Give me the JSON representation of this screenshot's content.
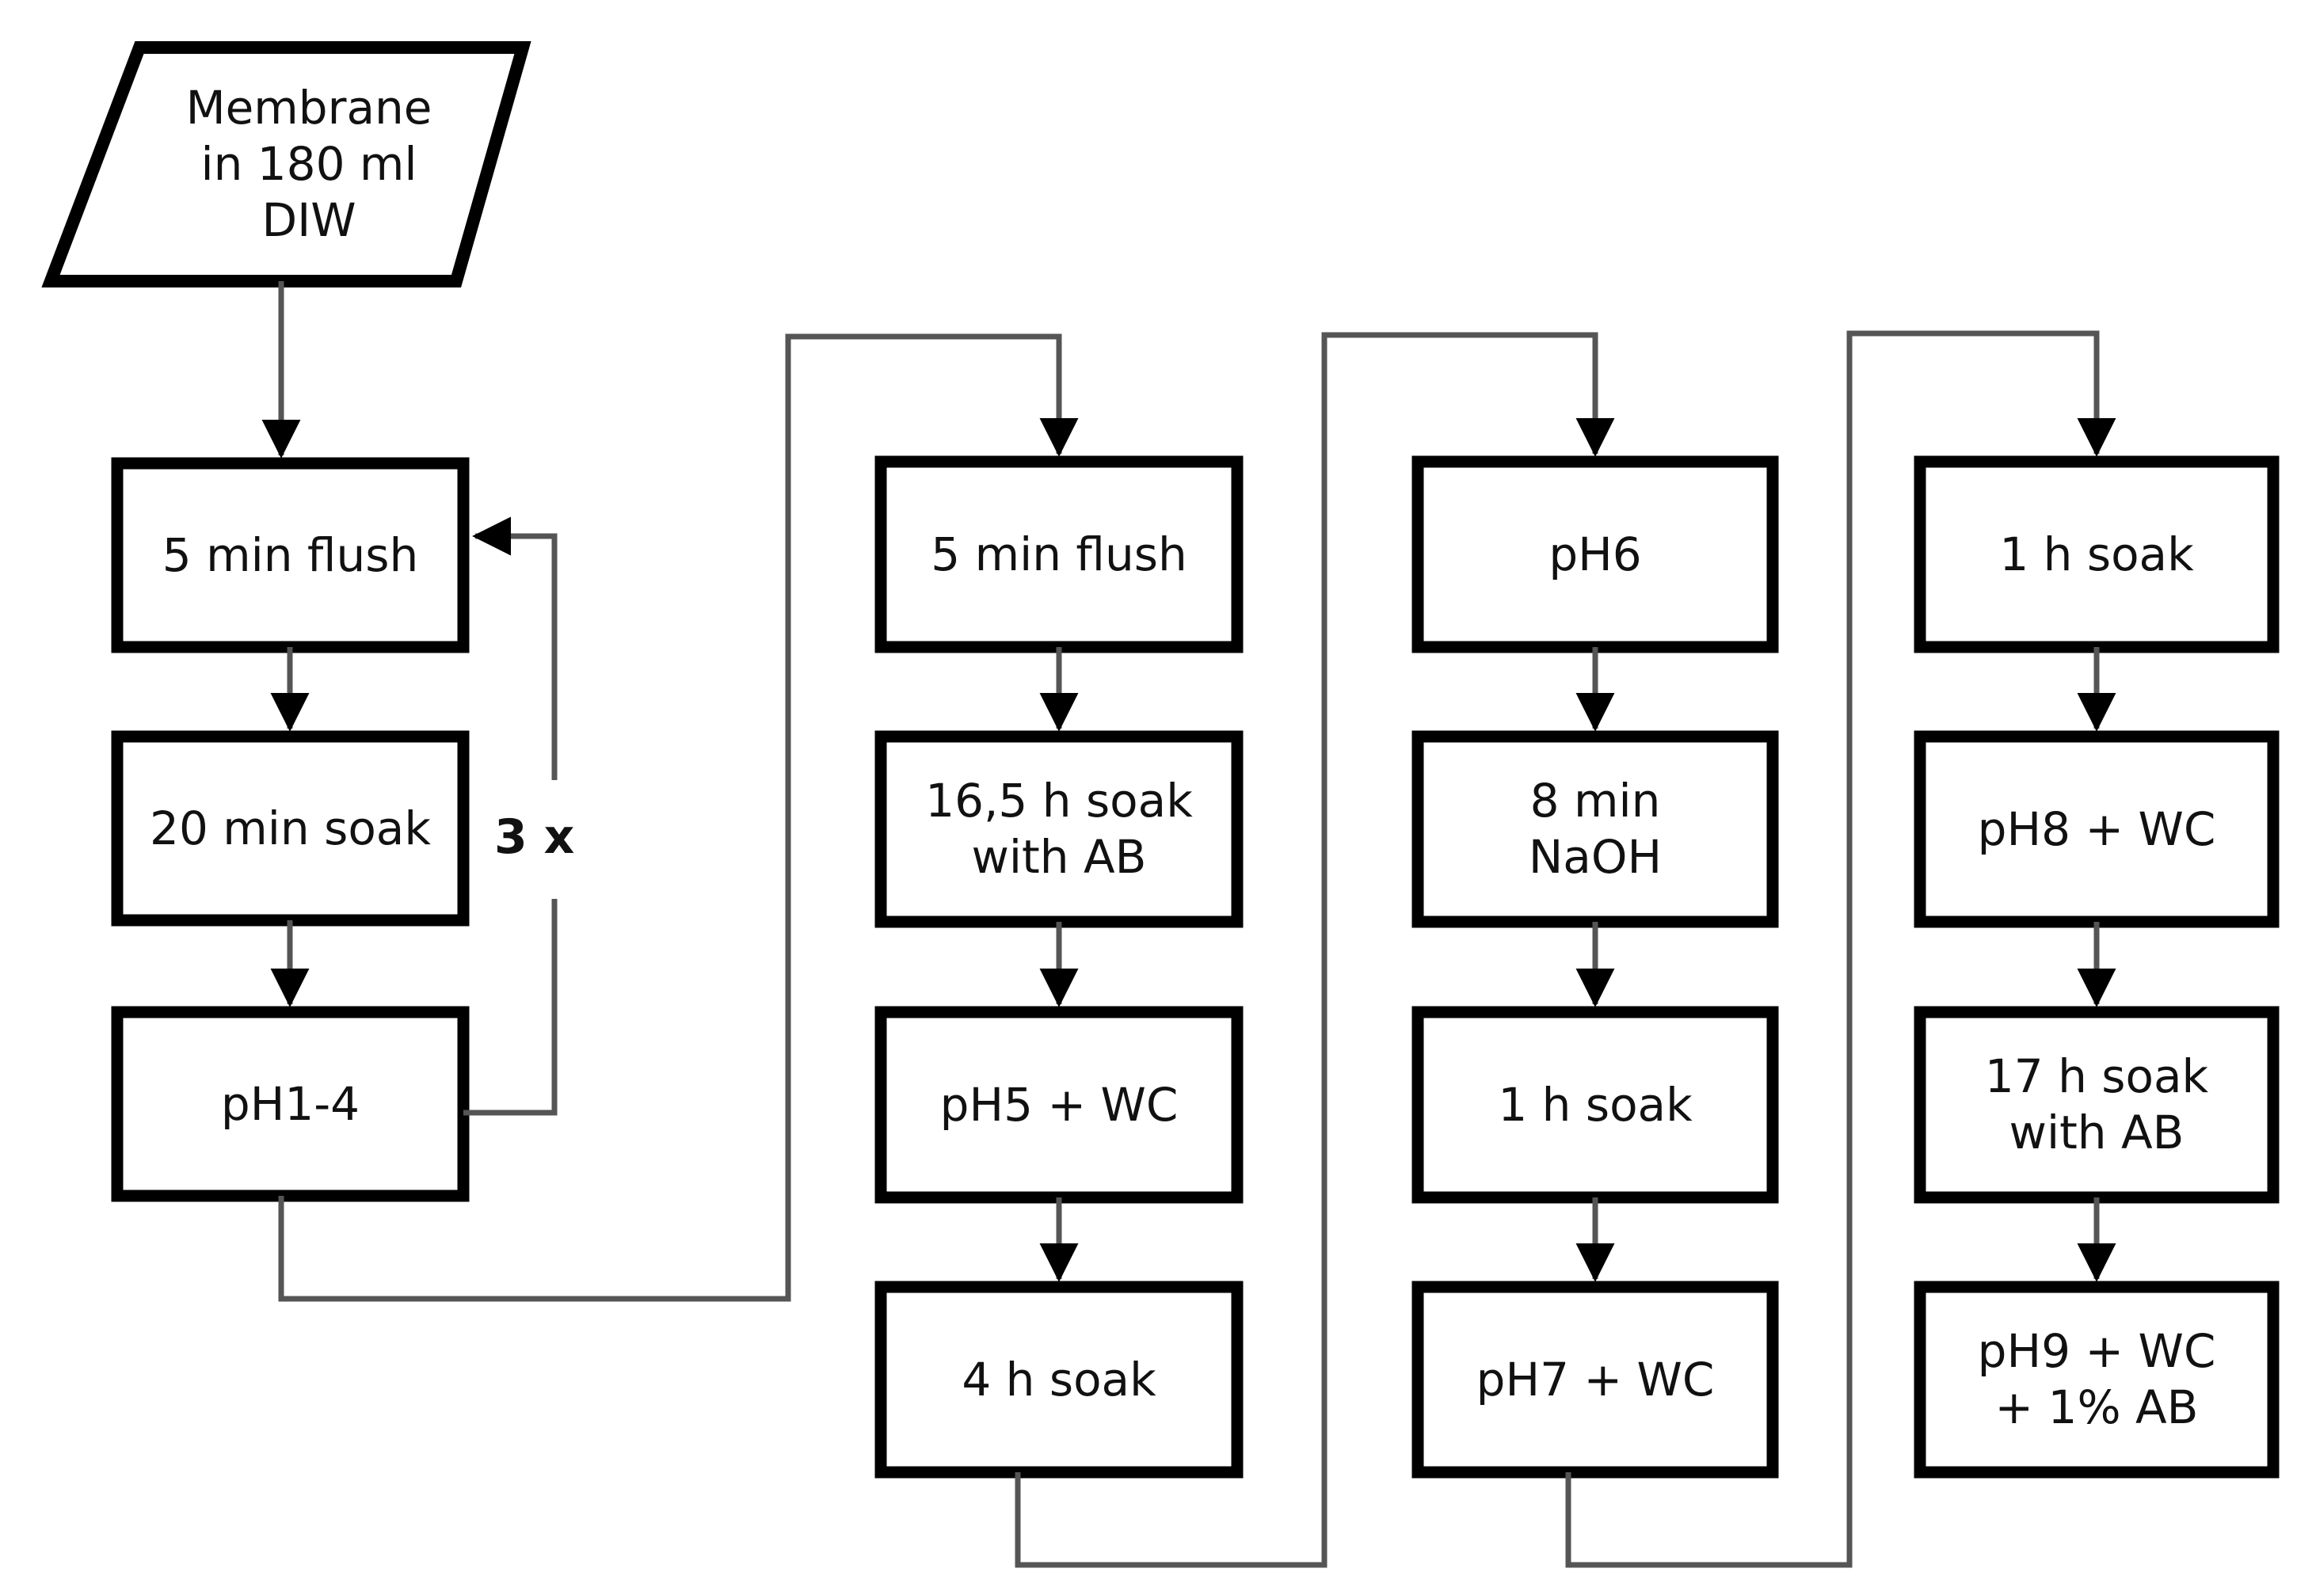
{
  "diagram": {
    "title": "Membrane cleaning / pH exposure protocol flowchart",
    "colors": {
      "node_stroke": "#000000",
      "node_fill": "#ffffff",
      "connector": "#555555",
      "arrowhead": "#000000",
      "text": "#111111",
      "background": "#ffffff"
    },
    "start_node": {
      "shape": "parallelogram",
      "label": "Membrane\nin 180 ml\nDIW"
    },
    "loop_annotations": [
      {
        "label": "3 x",
        "applies_to": "column-1"
      }
    ],
    "columns": [
      {
        "name": "column-1",
        "nodes": [
          {
            "label": "5 min flush"
          },
          {
            "label": "20 min soak"
          },
          {
            "label": "pH1-4"
          }
        ]
      },
      {
        "name": "column-2",
        "nodes": [
          {
            "label": "5 min flush"
          },
          {
            "label": "16,5 h soak\nwith AB"
          },
          {
            "label": "pH5 + WC"
          },
          {
            "label": "4 h soak"
          }
        ]
      },
      {
        "name": "column-3",
        "nodes": [
          {
            "label": "pH6"
          },
          {
            "label": "8 min\nNaOH"
          },
          {
            "label": "1 h soak"
          },
          {
            "label": "pH7 + WC"
          }
        ]
      },
      {
        "name": "column-4",
        "nodes": [
          {
            "label": "1 h soak"
          },
          {
            "label": "pH8 + WC"
          },
          {
            "label": "17 h soak\nwith AB"
          },
          {
            "label": "pH9 + WC\n+ 1% AB"
          }
        ]
      }
    ]
  }
}
